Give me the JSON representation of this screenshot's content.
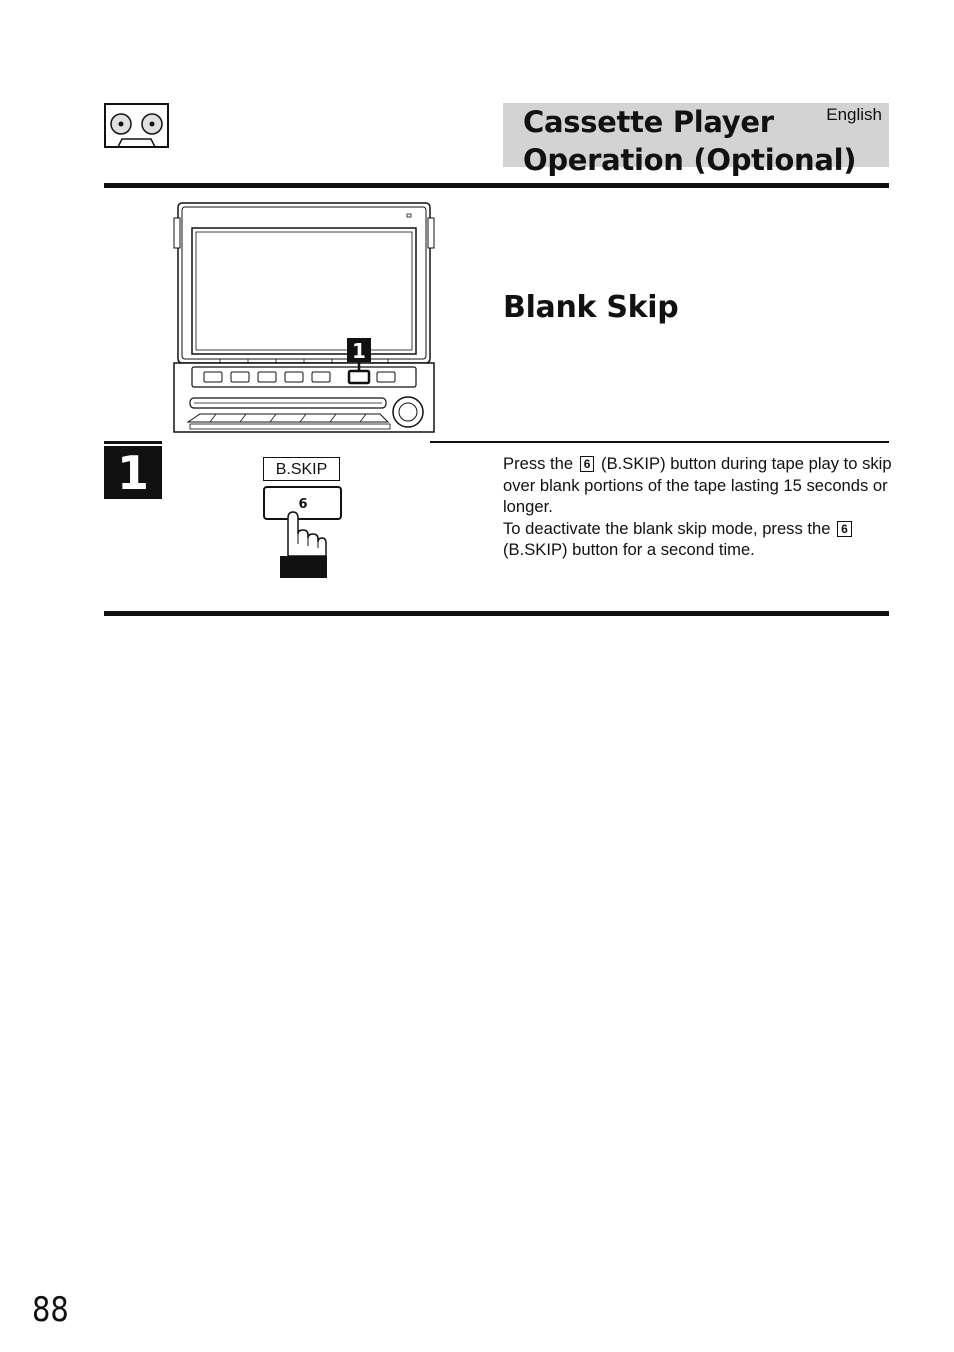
{
  "header": {
    "title_line1": "Cassette Player",
    "title_line2": "Operation (Optional)",
    "language": "English",
    "icon": "cassette-icon"
  },
  "section": {
    "title": "Blank Skip",
    "illustration_callout": "1"
  },
  "step": {
    "number": "1",
    "button_label": "B.SKIP",
    "button_number": "6",
    "text_press_prefix": "Press the",
    "text_press_suffix": "(B.SKIP) button during tape play to skip over blank portions of the tape lasting 15 seconds or longer.",
    "text_deact_prefix": "To deactivate the blank skip mode, press the",
    "text_deact_suffix": "(B.SKIP) button for a second time.",
    "key": "6"
  },
  "footer": {
    "page_number": "88"
  }
}
